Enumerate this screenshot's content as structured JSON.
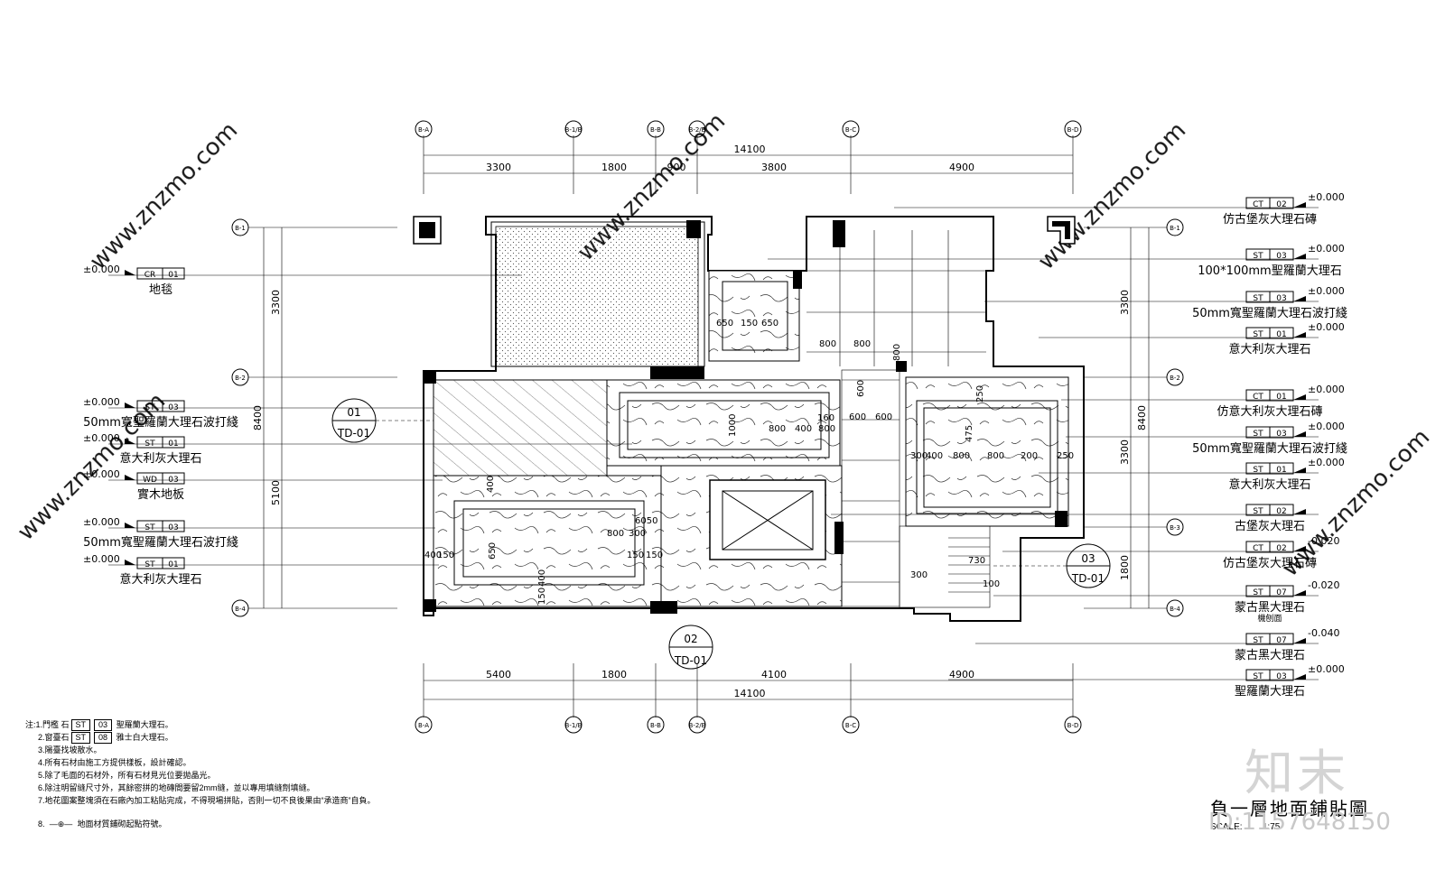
{
  "grid_top": [
    "B-A",
    "B-1/B",
    "B-B",
    "B-2/B",
    "B-C",
    "B-D"
  ],
  "grid_bottom": [
    "B-A",
    "B-1/B",
    "B-B",
    "B-2/B",
    "B-C",
    "B-D"
  ],
  "grid_left": [
    "B-1",
    "B-2",
    "B-4"
  ],
  "grid_right": [
    "B-1",
    "B-2",
    "B-3",
    "B-4"
  ],
  "dims_top": {
    "total": "14100",
    "segments": [
      "3300",
      "1800",
      "900",
      "3800",
      "4900"
    ]
  },
  "dims_bottom": {
    "total": "14100",
    "segments": [
      "5400",
      "1800",
      "4100",
      "4900"
    ]
  },
  "dims_left": {
    "total": "8400",
    "segments": [
      "3300",
      "5100"
    ]
  },
  "dims_right": {
    "total": "8400",
    "segments": [
      "3300",
      "3300",
      "1800"
    ]
  },
  "left_callouts": [
    {
      "elev": "±0.000",
      "code": "CR",
      "num": "01",
      "name": "地毯"
    },
    {
      "elev": "±0.000",
      "code": "ST",
      "num": "03",
      "name": "50mm寬聖羅蘭大理石波打綫"
    },
    {
      "elev": "±0.000",
      "code": "ST",
      "num": "01",
      "name": "意大利灰大理石"
    },
    {
      "elev": "±0.000",
      "code": "WD",
      "num": "03",
      "name": "實木地板"
    },
    {
      "elev": "±0.000",
      "code": "ST",
      "num": "03",
      "name": "50mm寬聖羅蘭大理石波打綫"
    },
    {
      "elev": "±0.000",
      "code": "ST",
      "num": "01",
      "name": "意大利灰大理石"
    }
  ],
  "right_callouts": [
    {
      "elev": "±0.000",
      "code": "CT",
      "num": "02",
      "name": "仿古堡灰大理石磚",
      "sub": ""
    },
    {
      "elev": "±0.000",
      "code": "ST",
      "num": "03",
      "name": "100*100mm聖羅蘭大理石",
      "sub": ""
    },
    {
      "elev": "±0.000",
      "code": "ST",
      "num": "03",
      "name": "50mm寬聖羅蘭大理石波打綫",
      "sub": ""
    },
    {
      "elev": "±0.000",
      "code": "ST",
      "num": "01",
      "name": "意大利灰大理石",
      "sub": ""
    },
    {
      "elev": "±0.000",
      "code": "CT",
      "num": "01",
      "name": "仿意大利灰大理石磚",
      "sub": ""
    },
    {
      "elev": "±0.000",
      "code": "ST",
      "num": "03",
      "name": "50mm寬聖羅蘭大理石波打綫",
      "sub": ""
    },
    {
      "elev": "±0.000",
      "code": "ST",
      "num": "01",
      "name": "意大利灰大理石",
      "sub": ""
    },
    {
      "elev": "",
      "code": "ST",
      "num": "02",
      "name": "古堡灰大理石",
      "sub": ""
    },
    {
      "elev": "-0.020",
      "code": "CT",
      "num": "02",
      "name": "仿古堡灰大理石磚",
      "sub": ""
    },
    {
      "elev": "-0.020",
      "code": "ST",
      "num": "07",
      "name": "蒙古黑大理石",
      "sub": "機刨面"
    },
    {
      "elev": "-0.040",
      "code": "ST",
      "num": "07",
      "name": "蒙古黑大理石",
      "sub": ""
    },
    {
      "elev": "±0.000",
      "code": "ST",
      "num": "03",
      "name": "聖羅蘭大理石",
      "sub": ""
    }
  ],
  "section_marks": [
    {
      "num": "01",
      "ref": "TD-01"
    },
    {
      "num": "02",
      "ref": "TD-01"
    },
    {
      "num": "03",
      "ref": "TD-01"
    }
  ],
  "plan_dims": [
    "800",
    "800",
    "800",
    "600",
    "600",
    "600",
    "800",
    "400",
    "160",
    "800",
    "1000",
    "800",
    "300",
    "650",
    "250",
    "400",
    "800",
    "200",
    "475",
    "250",
    "300",
    "730",
    "100",
    "150",
    "650",
    "400",
    "150",
    "800",
    "300",
    "6050",
    "150",
    "150",
    "400",
    "150",
    "400",
    "650"
  ],
  "notes": {
    "heading": "注:",
    "n1_pre": "1.門檻 石",
    "n1_code": "ST",
    "n1_num": "03",
    "n1_post": "聖羅蘭大理石。",
    "n2_pre": "2.窗臺石",
    "n2_code": "ST",
    "n2_num": "08",
    "n2_post": "雅士白大理石。",
    "n3": "3.陽臺找坡散水。",
    "n4": "4.所有石材由施工方提供樣板，設計確認。",
    "n5": "5.除了毛面的石材外，所有石材見光位要拋晶光。",
    "n6": "6.除注明留縫尺寸外，其餘密拼的地磚間要留2mm縫，並以專用填縫劑填縫。",
    "n7": "7.地花圖案整塊須在石廠內加工粘貼完成，不得現場拼貼，否則一切不良後果由“承造商”自負。",
    "n8_num": "8.",
    "n8": "地面材質鋪砌起點符號。"
  },
  "title": {
    "main": "負一層地面鋪貼圖",
    "scale_label": "SCALE:",
    "scale_value": "1:75"
  },
  "watermark": {
    "logo": "知末",
    "id": "ID:1157648150",
    "site": "www.znzmo.com"
  },
  "colors": {
    "line": "#000000",
    "watermark": "#d4d4d4",
    "background": "#ffffff"
  }
}
